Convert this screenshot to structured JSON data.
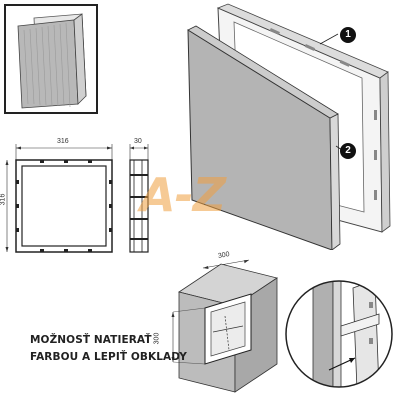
{
  "thumbnail": {
    "border_color": "#222222"
  },
  "callouts": [
    {
      "number": "1"
    },
    {
      "number": "2"
    }
  ],
  "front_view": {
    "dim_width": "316",
    "dim_height": "316"
  },
  "side_view": {
    "dim_depth": "30"
  },
  "wall_view": {
    "dim_width": "300",
    "dim_height": "300"
  },
  "watermark": {
    "text": "A-Z",
    "color": "#f0a040"
  },
  "caption": {
    "line1": "MOŽNOSŤ NATIERAŤ",
    "line2": "FARBOU A LEPIŤ OBKLADY"
  }
}
